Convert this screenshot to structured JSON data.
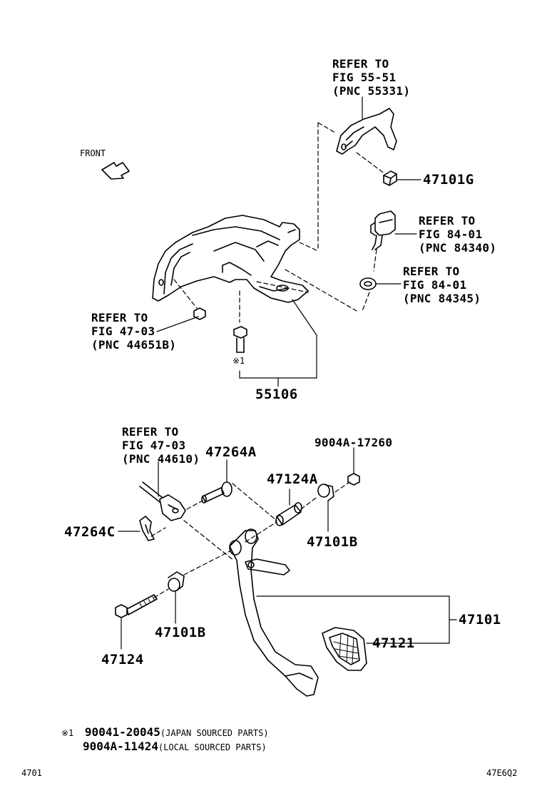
{
  "front_label": "FRONT",
  "refs": {
    "fig_55_51": [
      "REFER TO",
      "FIG 55-51",
      "(PNC 55331)"
    ],
    "fig_84_01_a": [
      "REFER TO",
      "FIG 84-01",
      "(PNC 84340)"
    ],
    "fig_84_01_b": [
      "REFER TO",
      "FIG 84-01",
      "(PNC 84345)"
    ],
    "fig_47_03_a": [
      "REFER TO",
      "FIG 47-03",
      "(PNC 44651B)"
    ],
    "fig_47_03_b": [
      "REFER TO",
      "FIG 47-03",
      "(PNC 44610)"
    ]
  },
  "parts": {
    "p47101G": "47101G",
    "p55106": "55106",
    "note_mark": "※1",
    "p47264A": "47264A",
    "p9004A17260": "9004A-17260",
    "p47124A": "47124A",
    "p47264C": "47264C",
    "p47101B_right": "47101B",
    "p47101": "47101",
    "p47101B_left": "47101B",
    "p47121": "47121",
    "p47124": "47124"
  },
  "notes": [
    {
      "mark": "※1",
      "part": "90041-20045",
      "source": "(JAPAN SOURCED PARTS)"
    },
    {
      "mark": "",
      "part": "9004A-11424",
      "source": "(LOCAL SOURCED PARTS)"
    }
  ],
  "footer": {
    "left_code": "4701",
    "right_code": "47E6Q2"
  }
}
